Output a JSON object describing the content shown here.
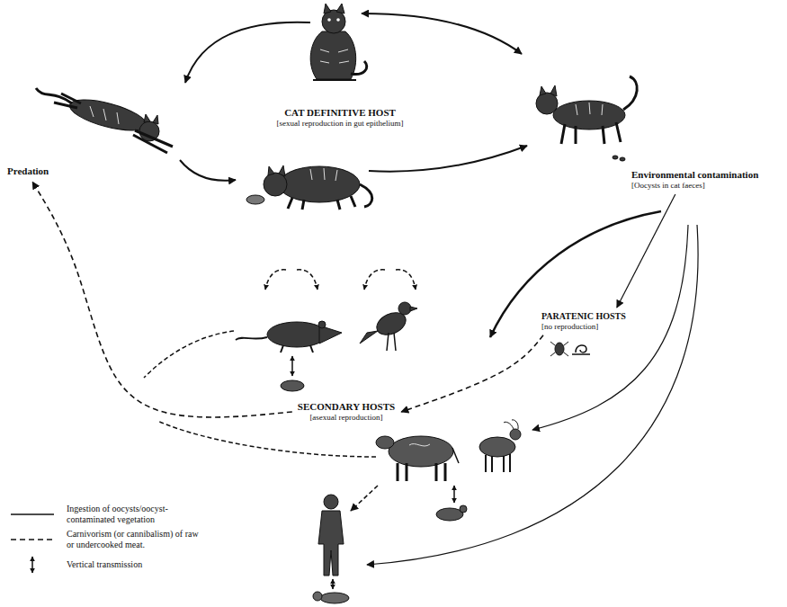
{
  "diagram": {
    "nodes": [
      {
        "text": [
          "CAT DEFINITIVE HOST",
          "[sexual reproduction in gut epithelium]"
        ]
      },
      {
        "text": [
          "Predation"
        ]
      },
      {
        "text": [
          "Environmental contamination",
          "[Oocysts in cat faeces]"
        ]
      },
      {
        "text": [
          "PARATENIC HOSTS",
          "[no reproduction]"
        ]
      },
      {
        "text": [
          "SECONDARY HOSTS",
          "[asexual reproduction]"
        ]
      }
    ],
    "edges": [
      {
        "from": 2,
        "to": 3,
        "arrow": "to"
      },
      {
        "from": 3,
        "to": 4,
        "arrow": "to"
      },
      {
        "from": 4,
        "to": 1,
        "arrow": "to"
      }
    ],
    "legend": [
      {
        "text": "Ingestion of oocysts/oocyst-contaminated vegetation"
      },
      {
        "text": "Carnivorism (or cannibalism) of raw or undercooked meat."
      },
      {
        "text": "Vertical transmission"
      }
    ]
  }
}
